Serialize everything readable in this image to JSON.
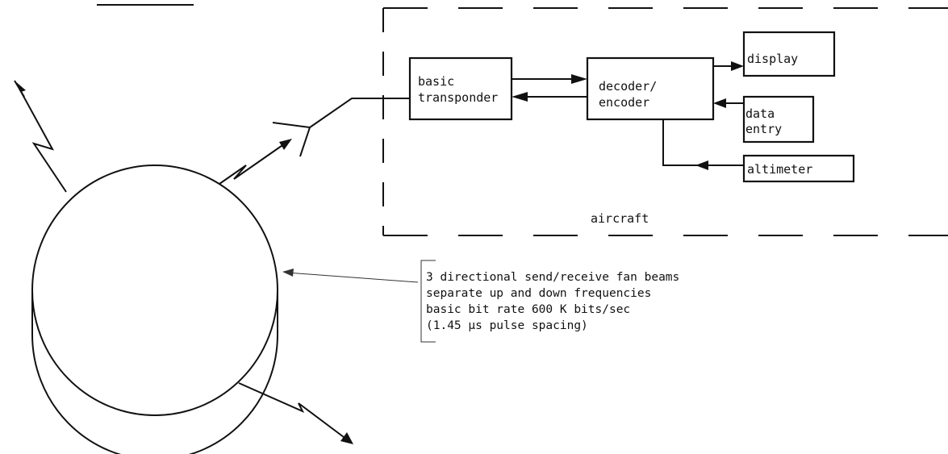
{
  "aircraft": {
    "label": "aircraft",
    "blocks": {
      "transponder": [
        "basic",
        "transponder"
      ],
      "decoder": [
        "decoder/",
        "encoder"
      ],
      "display": [
        "display"
      ],
      "data_entry": [
        "data",
        "entry"
      ],
      "altimeter": [
        "altimeter"
      ]
    }
  },
  "note": {
    "lines": [
      "3 directional send/receive fan beams",
      "separate up and down frequencies",
      "basic bit rate 600 K bits/sec",
      "(1.45 µs pulse spacing)"
    ]
  }
}
